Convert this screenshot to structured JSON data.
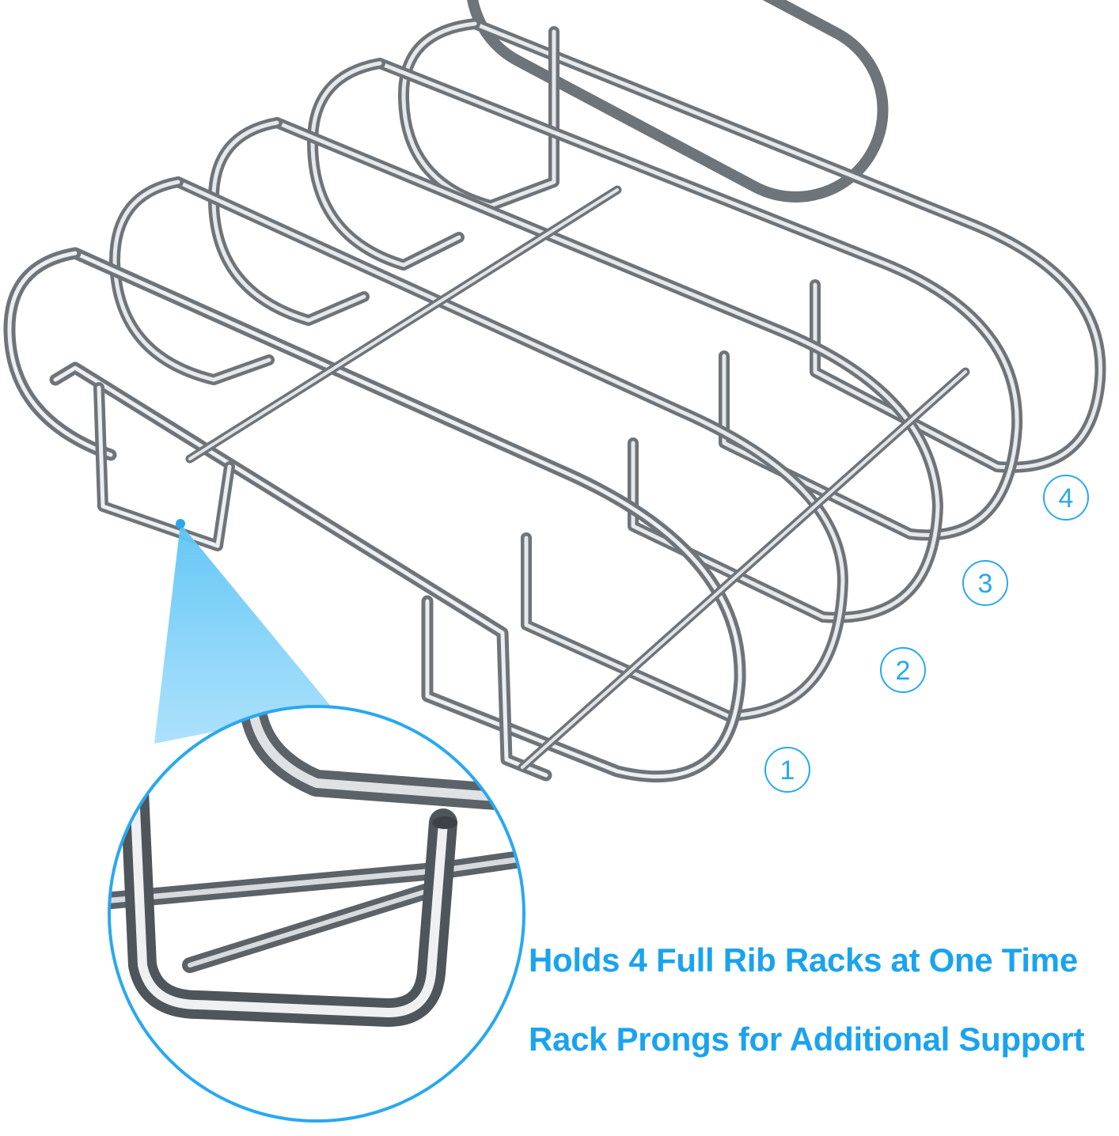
{
  "product_image": {
    "icon": "rib-rack-icon",
    "accent_color": "#29a8f0",
    "slot_labels": [
      "1",
      "2",
      "3",
      "4"
    ],
    "captions": {
      "line1": "Holds 4 Full Rib Racks at One Time",
      "line2": "Rack Prongs for Additional Support"
    },
    "zoom_detail_icon": "magnifier-detail-icon"
  }
}
